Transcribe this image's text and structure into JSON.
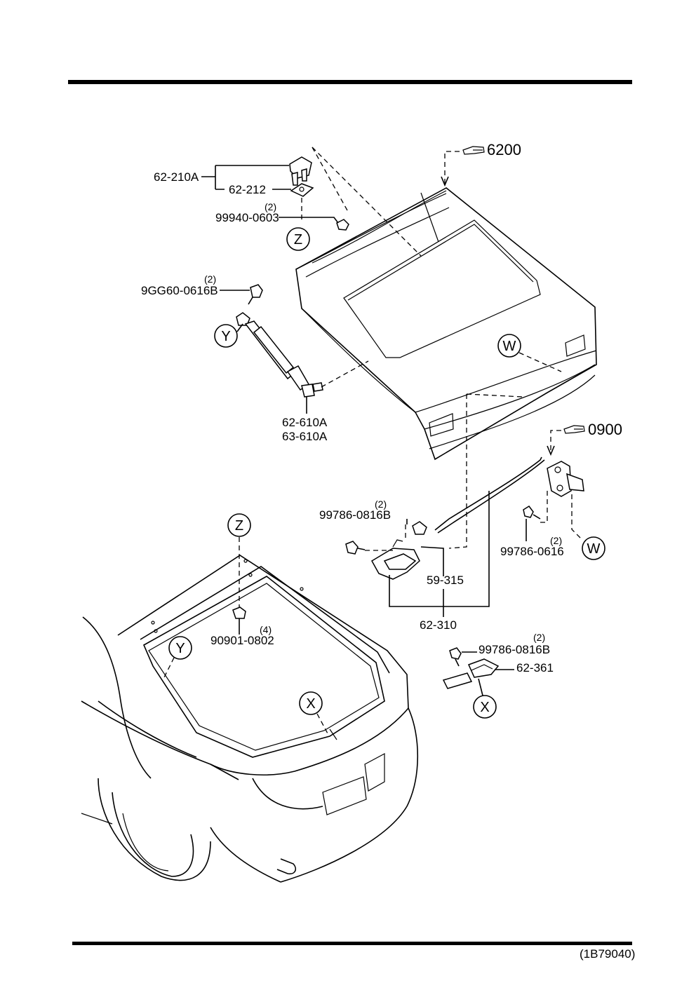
{
  "labels": {
    "hinge": "62-210A",
    "hinge_plate": "62-212",
    "hinge_nut": "99940-0603",
    "hinge_nut_qty": "(2)",
    "ref_liftgate": "6200",
    "stay_bolt": "9GG60-0616B",
    "stay_bolt_qty": "(2)",
    "stay_left": "62-610A",
    "stay_right": "63-610A",
    "ref_key_cyl": "0900",
    "latch_bolt": "99786-0816B",
    "latch_bolt_qty": "(2)",
    "cyl_bolt": "99786-0616",
    "cyl_bolt_qty": "(2)",
    "rod": "59-315",
    "latch": "62-310",
    "clip": "90901-0802",
    "clip_qty": "(4)",
    "striker_bolt": "99786-0816B",
    "striker_bolt_qty": "(2)",
    "striker": "62-361",
    "figure_code": "(1B79040)"
  },
  "callouts": {
    "z": "Z",
    "y": "Y",
    "w": "W",
    "x": "X"
  }
}
